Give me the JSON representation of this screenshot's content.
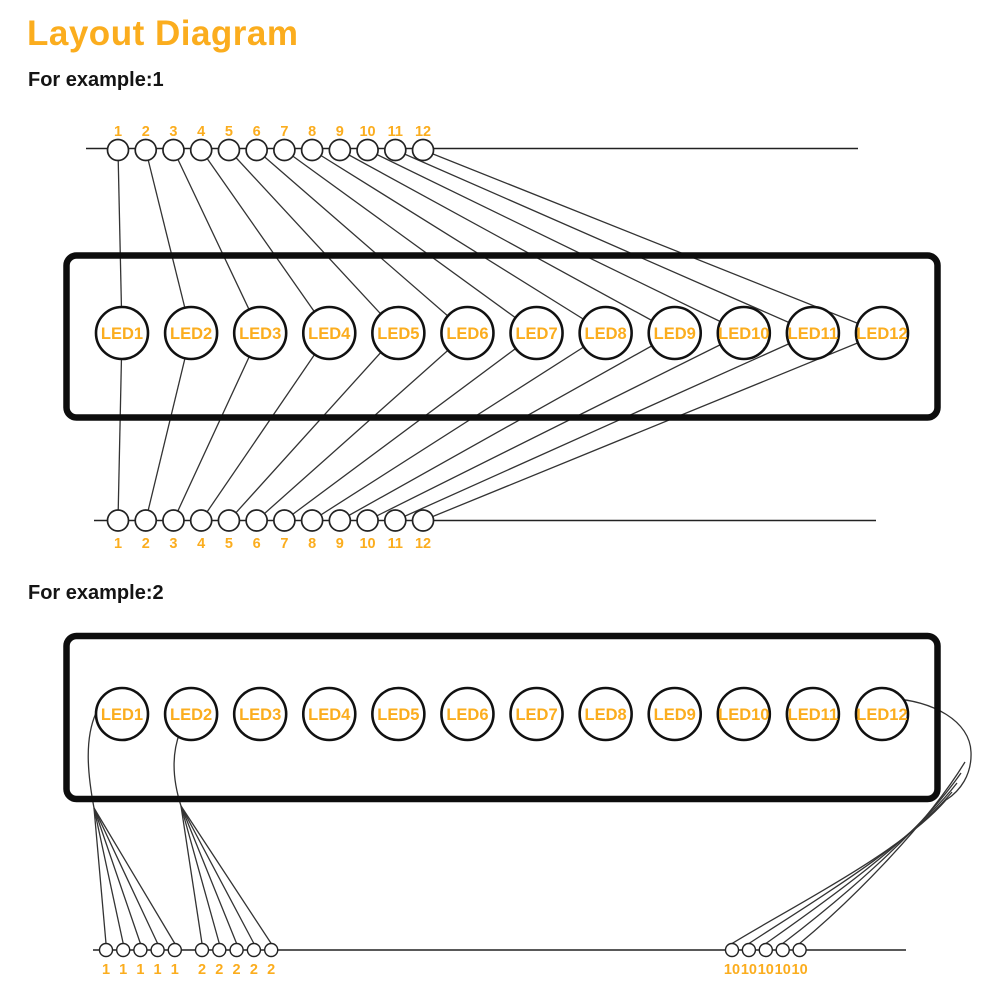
{
  "page": {
    "title": "Layout Diagram",
    "accent_color": "#FBAD1E",
    "background_color": "#ffffff"
  },
  "example1": {
    "label": "For example:1",
    "top_pins": [
      "1",
      "2",
      "3",
      "4",
      "5",
      "6",
      "7",
      "8",
      "9",
      "10",
      "11",
      "12"
    ],
    "leds": [
      "LED1",
      "LED2",
      "LED3",
      "LED4",
      "LED5",
      "LED6",
      "LED7",
      "LED8",
      "LED9",
      "LED10",
      "LED11",
      "LED12"
    ],
    "bottom_pins": [
      "1",
      "2",
      "3",
      "4",
      "5",
      "6",
      "7",
      "8",
      "9",
      "10",
      "11",
      "12"
    ]
  },
  "example2": {
    "label": "For example:2",
    "leds": [
      "LED1",
      "LED2",
      "LED3",
      "LED4",
      "LED5",
      "LED6",
      "LED7",
      "LED8",
      "LED9",
      "LED10",
      "LED11",
      "LED12"
    ],
    "wire_groups": [
      {
        "from_led": "LED1",
        "pins": [
          "1",
          "1",
          "1",
          "1",
          "1"
        ]
      },
      {
        "from_led": "LED2",
        "pins": [
          "2",
          "2",
          "2",
          "2",
          "2"
        ]
      },
      {
        "from_led": "LED12",
        "pins": [
          "10",
          "10",
          "10",
          "10",
          "10"
        ]
      }
    ]
  }
}
